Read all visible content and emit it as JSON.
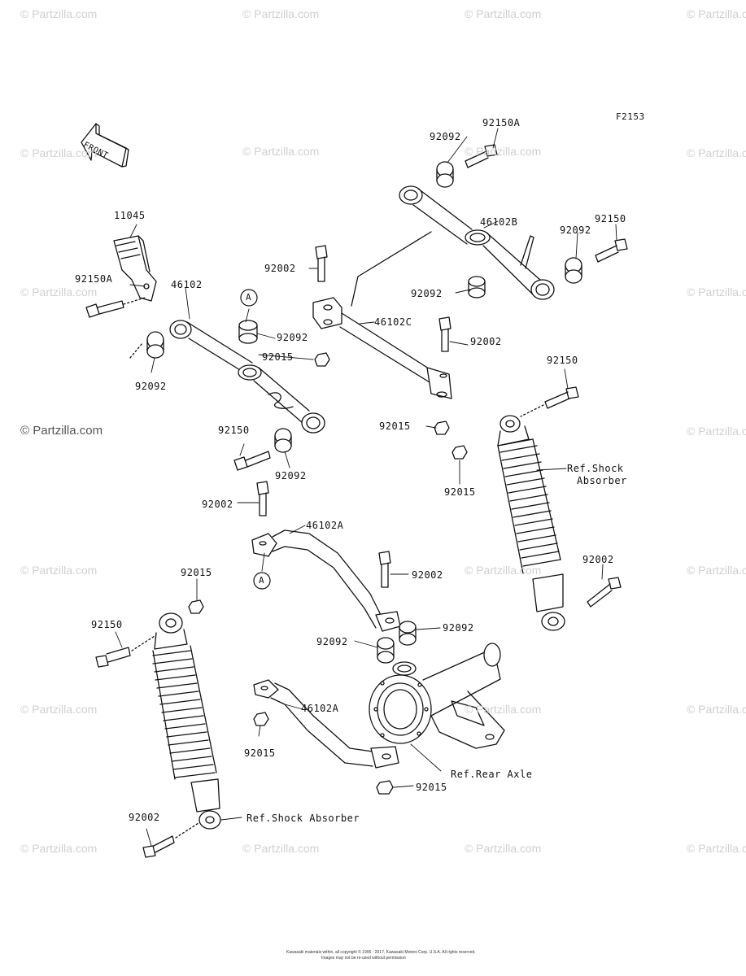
{
  "figure_code": "F2153",
  "front_arrow_text": "FRONT",
  "watermark": "© Partzilla.com",
  "callout_a": "A",
  "parts": {
    "11045": "11045",
    "92150A_upper": "92150A",
    "92150A_left": "92150A",
    "92092_upper_right": "92092",
    "46102B": "46102B",
    "92092_right": "92092",
    "92150_right": "92150",
    "92002_upper": "92002",
    "92092_mid_right": "92092",
    "46102": "46102",
    "46102C": "46102C",
    "92092_center": "92092",
    "92015_center": "92015",
    "92002_mid_right": "92002",
    "92092_left": "92092",
    "92150_upper_shock": "92150",
    "92015_mid": "92015",
    "92150_left_bolt": "92150",
    "92092_lower_center": "92092",
    "92015_right_shock": "92015",
    "92002_left_mid": "92002",
    "46102A_upper": "46102A",
    "92002_center_bar": "92002",
    "92002_right_shock": "92002",
    "92015_left_shock": "92015",
    "92150_left_shock": "92150",
    "92092_axle_right": "92092",
    "92092_axle_left": "92092",
    "46102A_lower": "46102A",
    "92015_lower_left": "92015",
    "92015_axle": "92015",
    "92002_bottom": "92002"
  },
  "references": {
    "shock_absorber_right_line1": "Ref.Shock",
    "shock_absorber_right_line2": "Absorber",
    "rear_axle": "Ref.Rear Axle",
    "shock_absorber_bottom": "Ref.Shock Absorber"
  },
  "footer": {
    "line1": "Kawasaki materials within, all copyright © 1995 - 2017, Kawasaki Motors Corp. U.S.A. All rights reserved.",
    "line2": "Images may not be re-used without permission"
  }
}
